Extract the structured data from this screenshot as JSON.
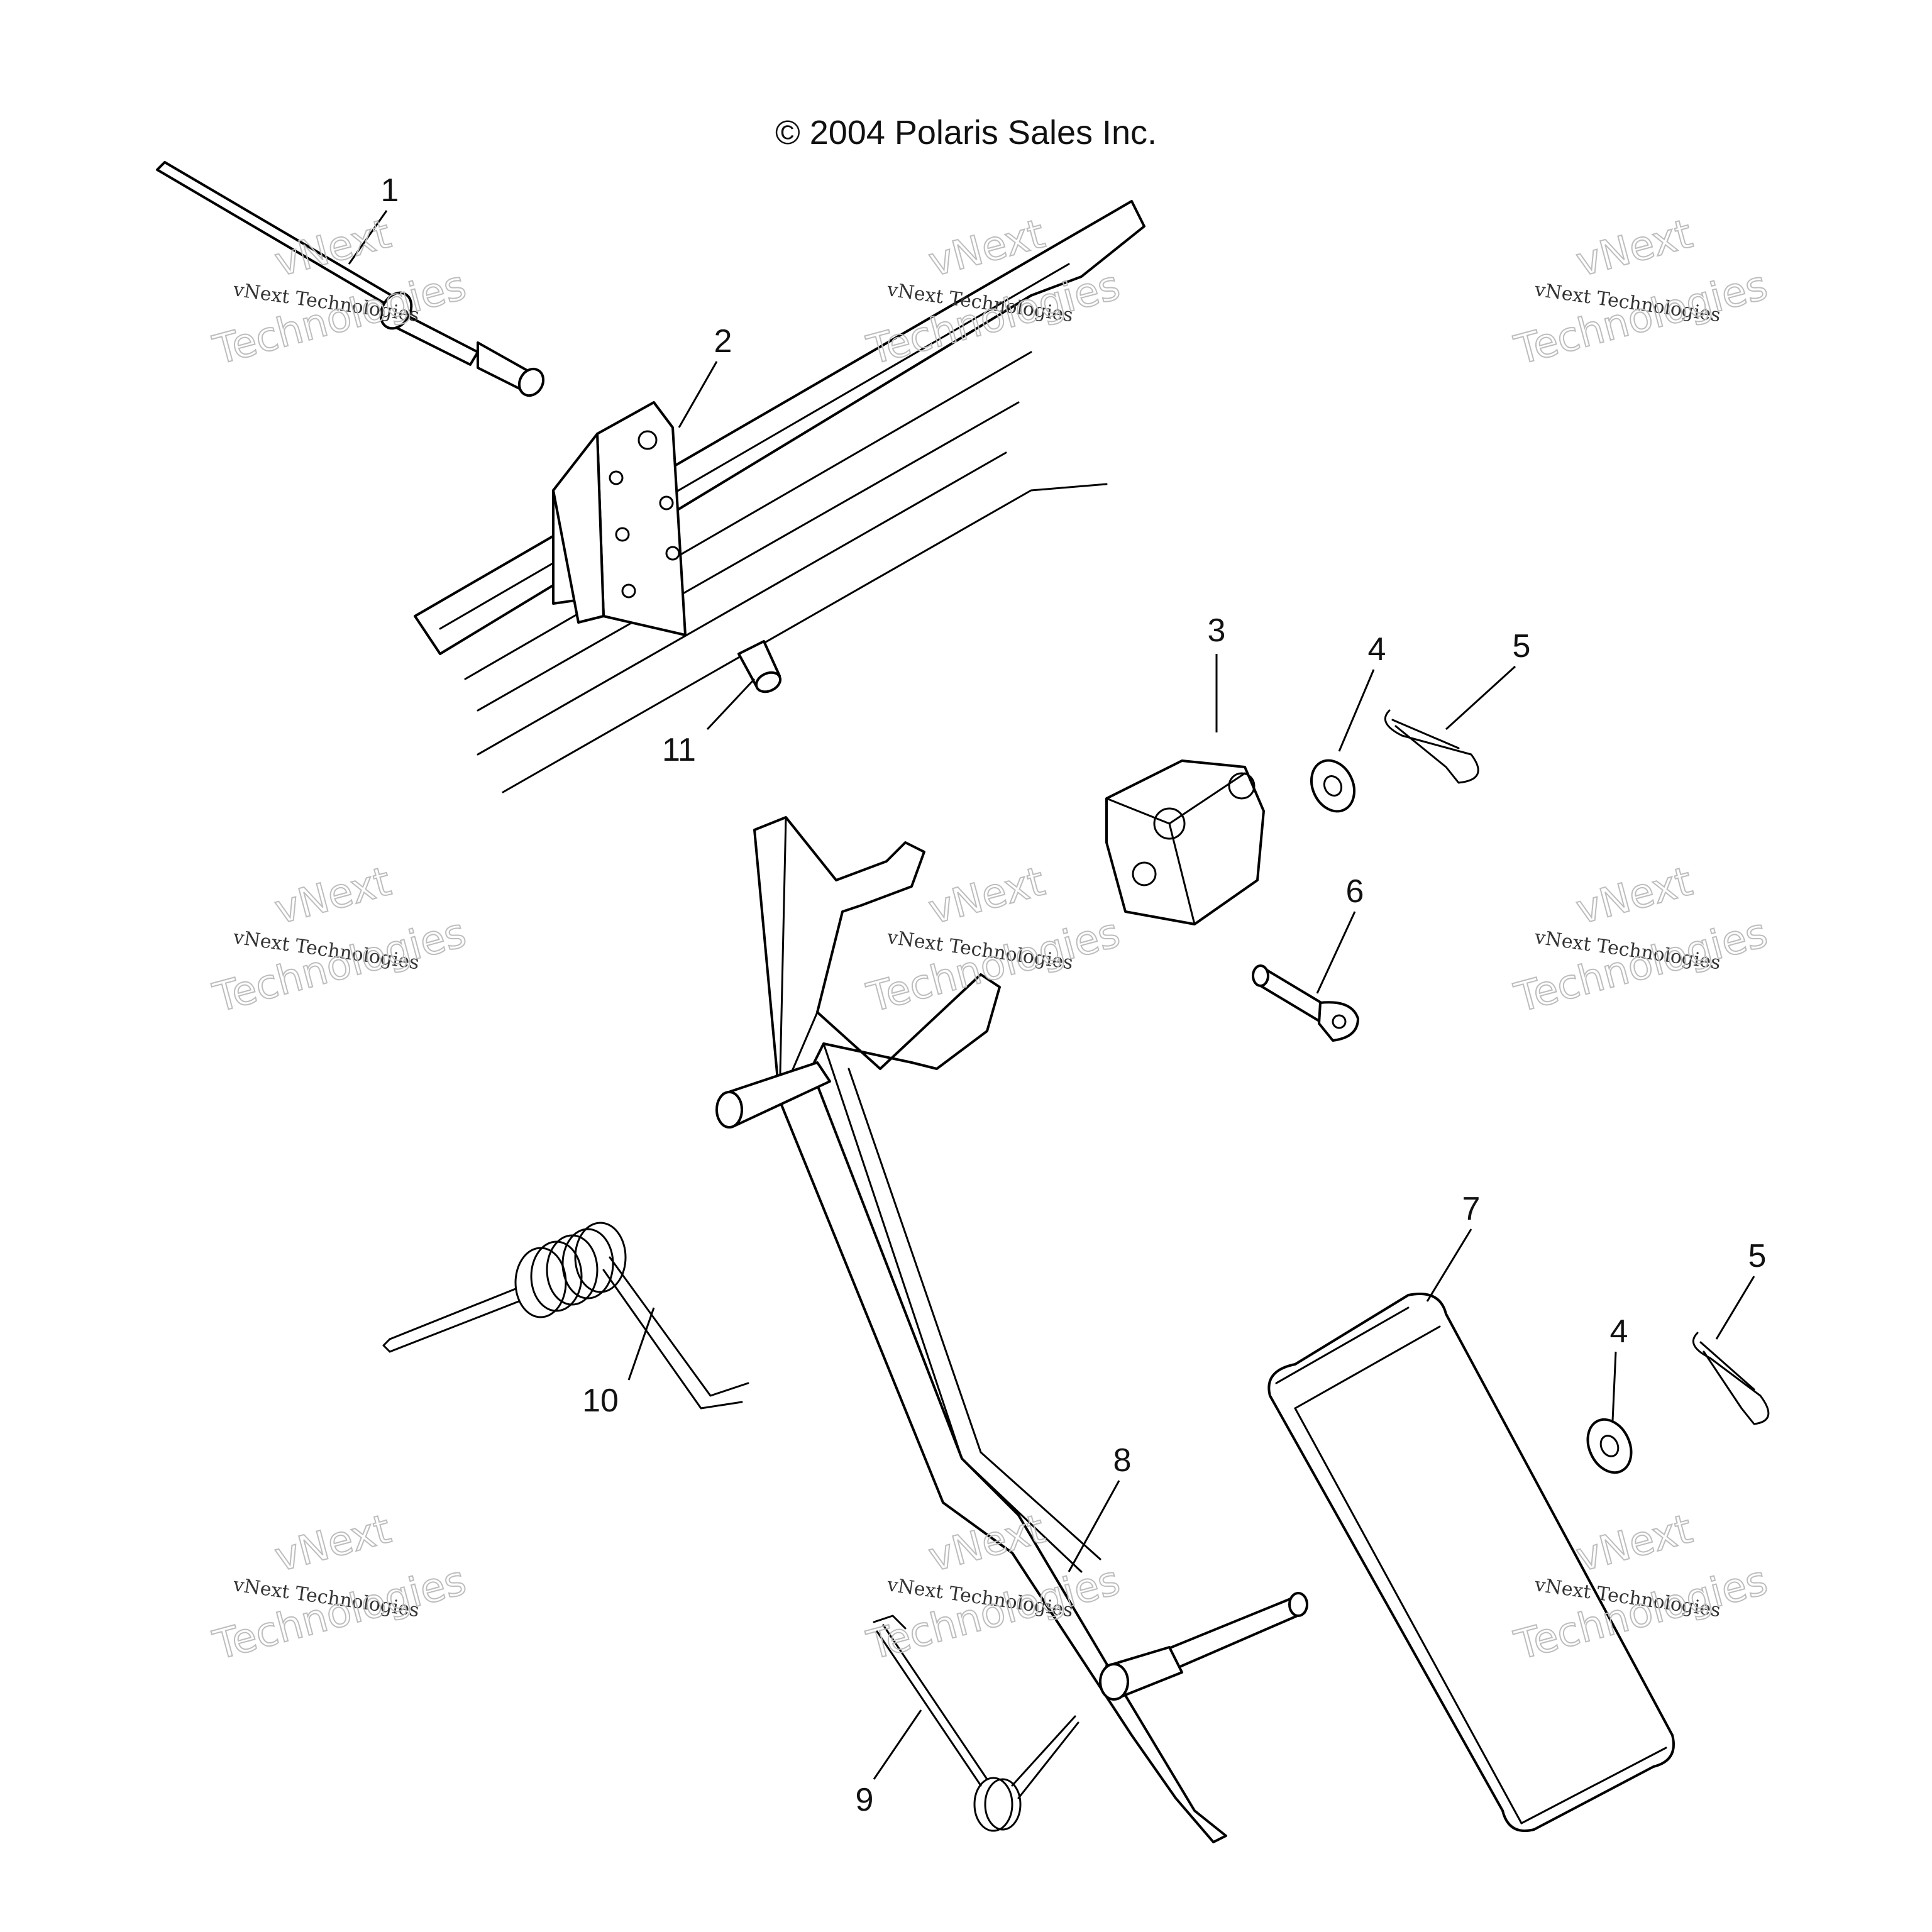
{
  "copyright": "© 2004 Polaris Sales Inc.",
  "watermark": {
    "line1": "vNext Technologies",
    "brand_top": "vNext",
    "brand_bottom": "Technologies"
  },
  "callouts": [
    "1",
    "2",
    "3",
    "4",
    "5",
    "6",
    "11",
    "7",
    "4",
    "5",
    "8",
    "10",
    "9"
  ]
}
